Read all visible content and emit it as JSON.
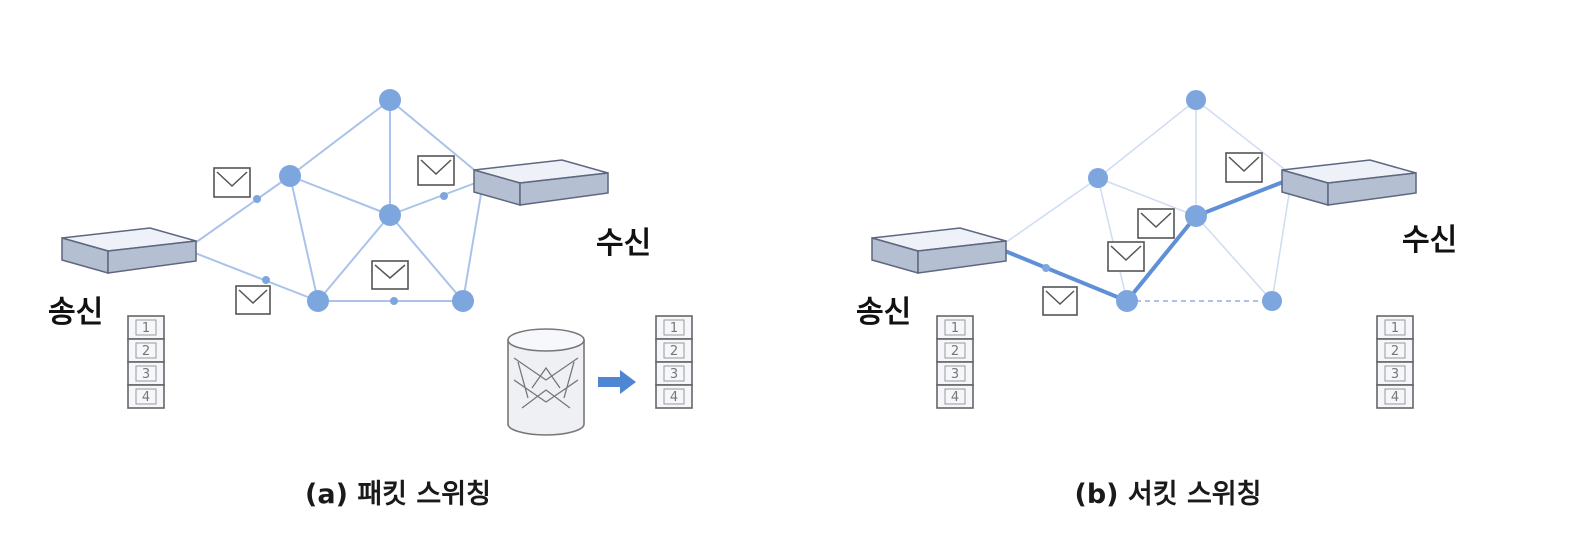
{
  "colors": {
    "node": "#7ea6de",
    "link": "#a9c3ea",
    "link_faint": "#cfdcf2",
    "path": "#5f8fd6",
    "arrow": "#4f86d4",
    "host_top": "#eef1f8",
    "host_side": "#b5bfd2",
    "host_edge": "#5d6780",
    "envelope_border": "#555555",
    "packet_box_border": "#666666"
  },
  "panels": [
    {
      "caption": "(a) 패킷 스위칭",
      "sender_label": "송신",
      "receiver_label": "수신",
      "packets_sender": [
        "1",
        "2",
        "3",
        "4"
      ],
      "packets_receiver": [
        "1",
        "2",
        "3",
        "4"
      ],
      "icons": [
        "envelope-icon",
        "database-icon",
        "arrow-right-icon"
      ]
    },
    {
      "caption": "(b) 서킷 스위칭",
      "sender_label": "송신",
      "receiver_label": "수신",
      "packets_sender": [
        "1",
        "2",
        "3",
        "4"
      ],
      "packets_receiver": [
        "1",
        "2",
        "3",
        "4"
      ],
      "icons": [
        "envelope-icon"
      ]
    }
  ]
}
